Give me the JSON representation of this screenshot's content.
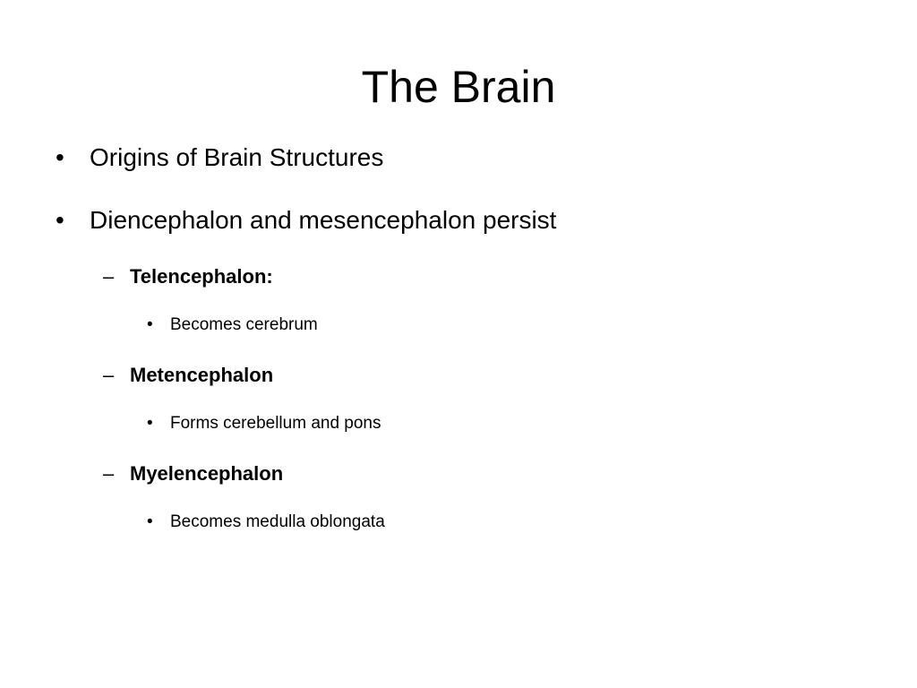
{
  "slide": {
    "title": "The Brain",
    "bullet_glyph": "•",
    "dash_glyph": "–",
    "items": [
      {
        "level": 1,
        "text": "Origins of Brain Structures"
      },
      {
        "level": 1,
        "text": "Diencephalon and mesencephalon persist"
      },
      {
        "level": 2,
        "text": "Telencephalon:"
      },
      {
        "level": 3,
        "text": "Becomes cerebrum"
      },
      {
        "level": 2,
        "text": "Metencephalon"
      },
      {
        "level": 3,
        "text": "Forms cerebellum and pons"
      },
      {
        "level": 2,
        "text": "Myelencephalon"
      },
      {
        "level": 3,
        "text": "Becomes medulla oblongata"
      }
    ]
  }
}
